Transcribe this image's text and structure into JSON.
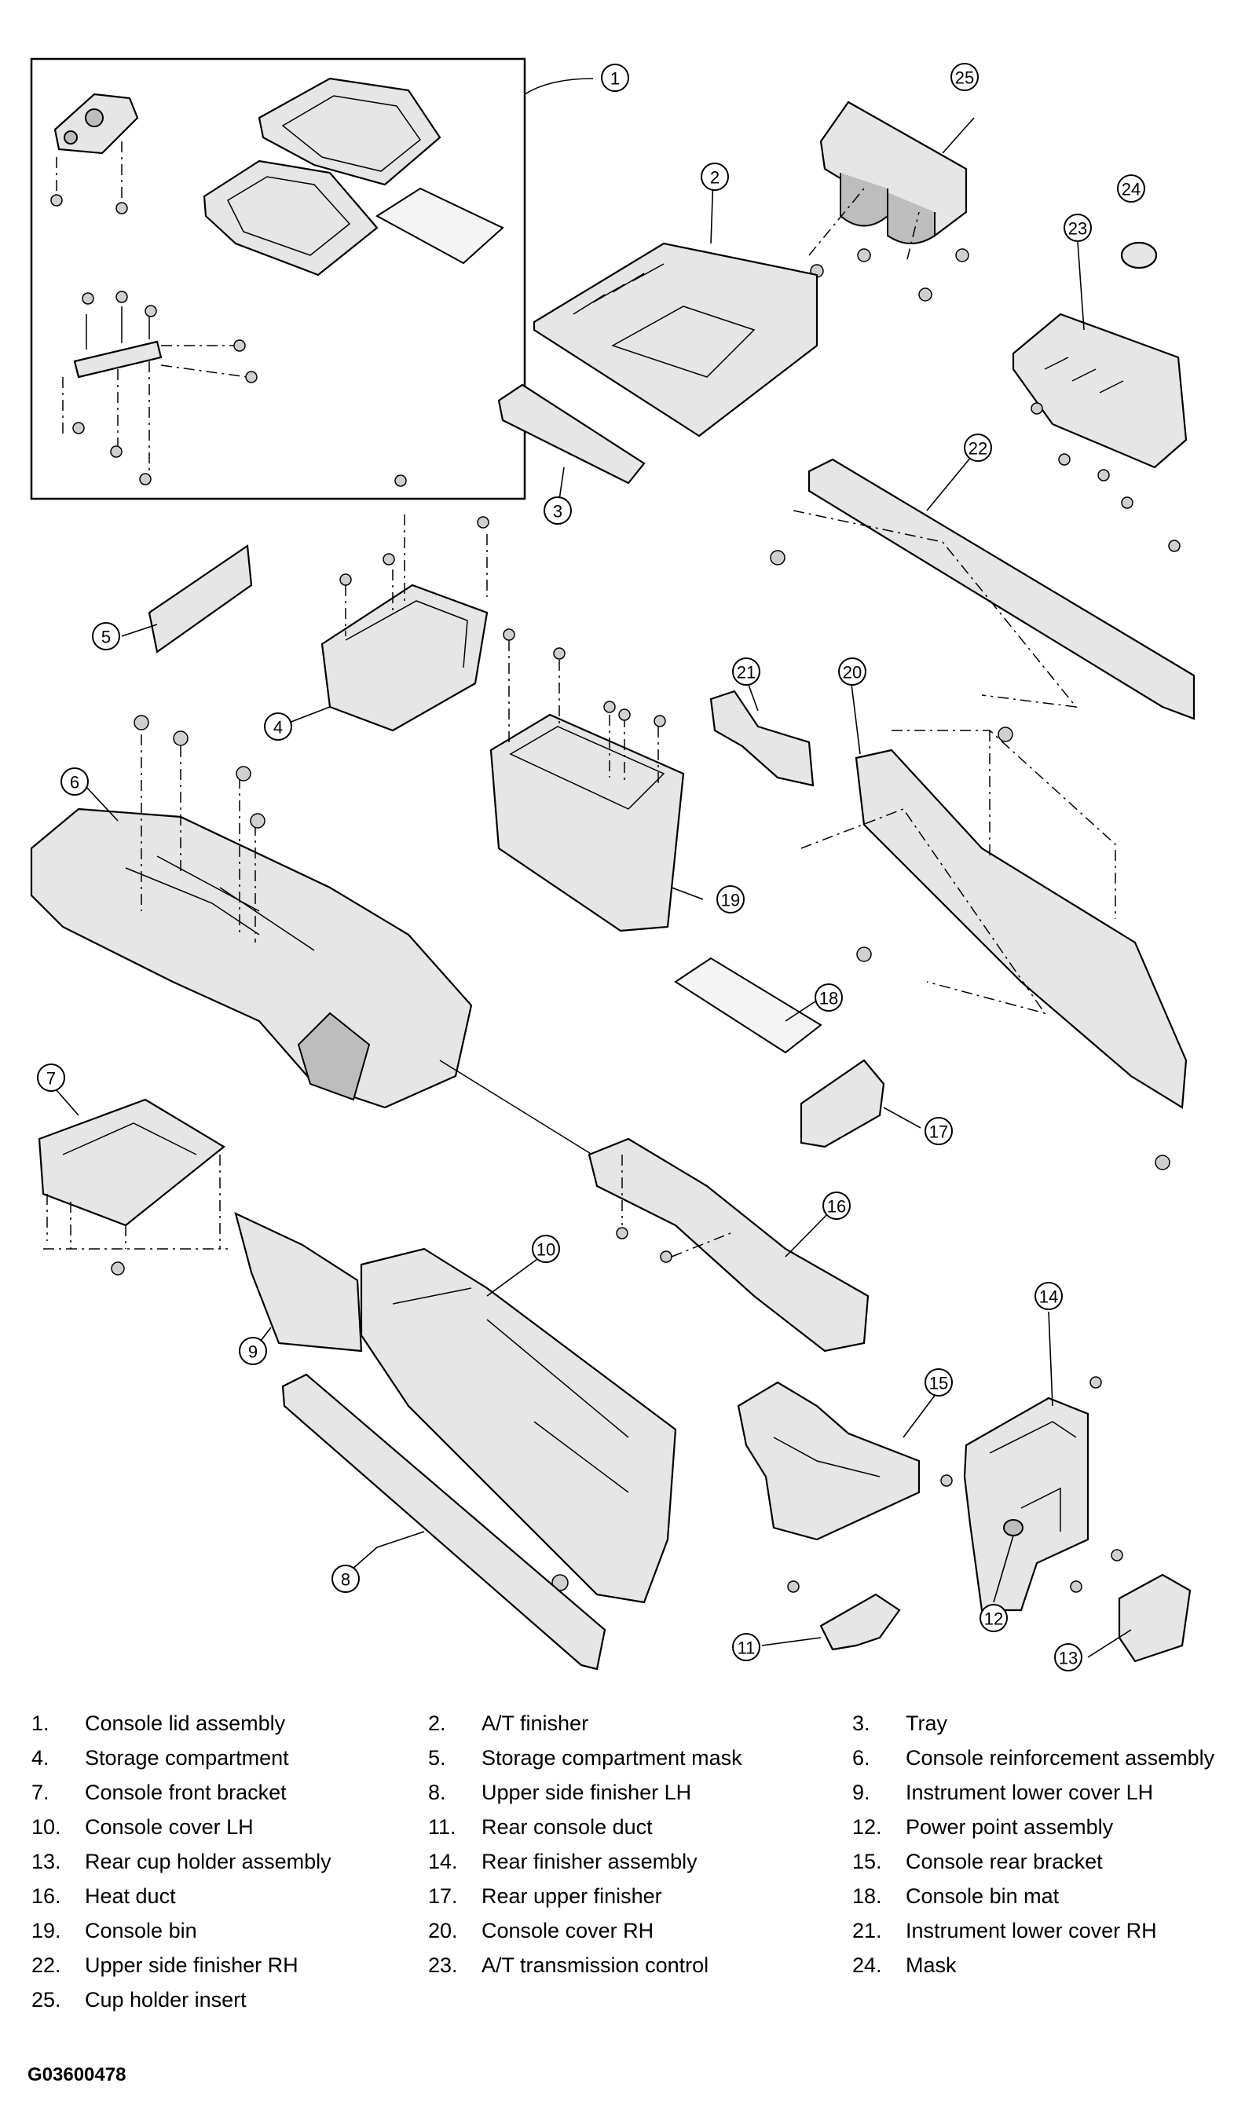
{
  "callouts": [
    "1",
    "2",
    "3",
    "4",
    "5",
    "6",
    "7",
    "8",
    "9",
    "10",
    "11",
    "12",
    "13",
    "14",
    "15",
    "16",
    "17",
    "18",
    "19",
    "20",
    "21",
    "22",
    "23",
    "24",
    "25"
  ],
  "legend": [
    {
      "num": "1.",
      "label": "Console lid assembly"
    },
    {
      "num": "2.",
      "label": "A/T finisher"
    },
    {
      "num": "3.",
      "label": "Tray"
    },
    {
      "num": "4.",
      "label": "Storage compartment"
    },
    {
      "num": "5.",
      "label": "Storage compartment mask"
    },
    {
      "num": "6.",
      "label": "Console reinforcement assembly"
    },
    {
      "num": "7.",
      "label": "Console front bracket"
    },
    {
      "num": "8.",
      "label": "Upper side finisher LH"
    },
    {
      "num": "9.",
      "label": "Instrument lower cover LH"
    },
    {
      "num": "10.",
      "label": "Console cover LH"
    },
    {
      "num": "11.",
      "label": "Rear console duct"
    },
    {
      "num": "12.",
      "label": "Power point assembly"
    },
    {
      "num": "13.",
      "label": "Rear cup holder assembly"
    },
    {
      "num": "14.",
      "label": "Rear finisher assembly"
    },
    {
      "num": "15.",
      "label": "Console rear bracket"
    },
    {
      "num": "16.",
      "label": "Heat duct"
    },
    {
      "num": "17.",
      "label": "Rear upper finisher"
    },
    {
      "num": "18.",
      "label": "Console bin mat"
    },
    {
      "num": "19.",
      "label": "Console bin"
    },
    {
      "num": "20.",
      "label": "Console cover RH"
    },
    {
      "num": "21.",
      "label": "Instrument lower cover RH"
    },
    {
      "num": "22.",
      "label": "Upper side finisher RH"
    },
    {
      "num": "23.",
      "label": "A/T transmission control"
    },
    {
      "num": "24.",
      "label": "Mask"
    },
    {
      "num": "25.",
      "label": "Cup holder insert"
    }
  ],
  "figure_code": "G03600478"
}
